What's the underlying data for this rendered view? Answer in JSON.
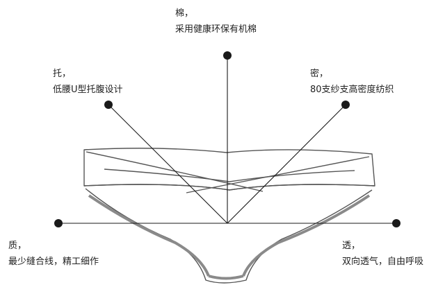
{
  "features": {
    "cotton": {
      "title": "棉，",
      "desc": "采用健康环保有机棉"
    },
    "support": {
      "title": "托，",
      "desc": "低腰U型托腹设计"
    },
    "density": {
      "title": "密，",
      "desc": "80支纱支高密度纺织"
    },
    "quality": {
      "title": "质，",
      "desc": "最少缝合线，精工细作"
    },
    "breathable": {
      "title": "透，",
      "desc": "双向透气，自由呼吸"
    }
  },
  "colors": {
    "line": "#1a1a1a",
    "outline": "#555555",
    "edge": "#8a8a8a",
    "text": "#222222"
  },
  "illustration_icon": "low-waist-briefs-line-drawing"
}
